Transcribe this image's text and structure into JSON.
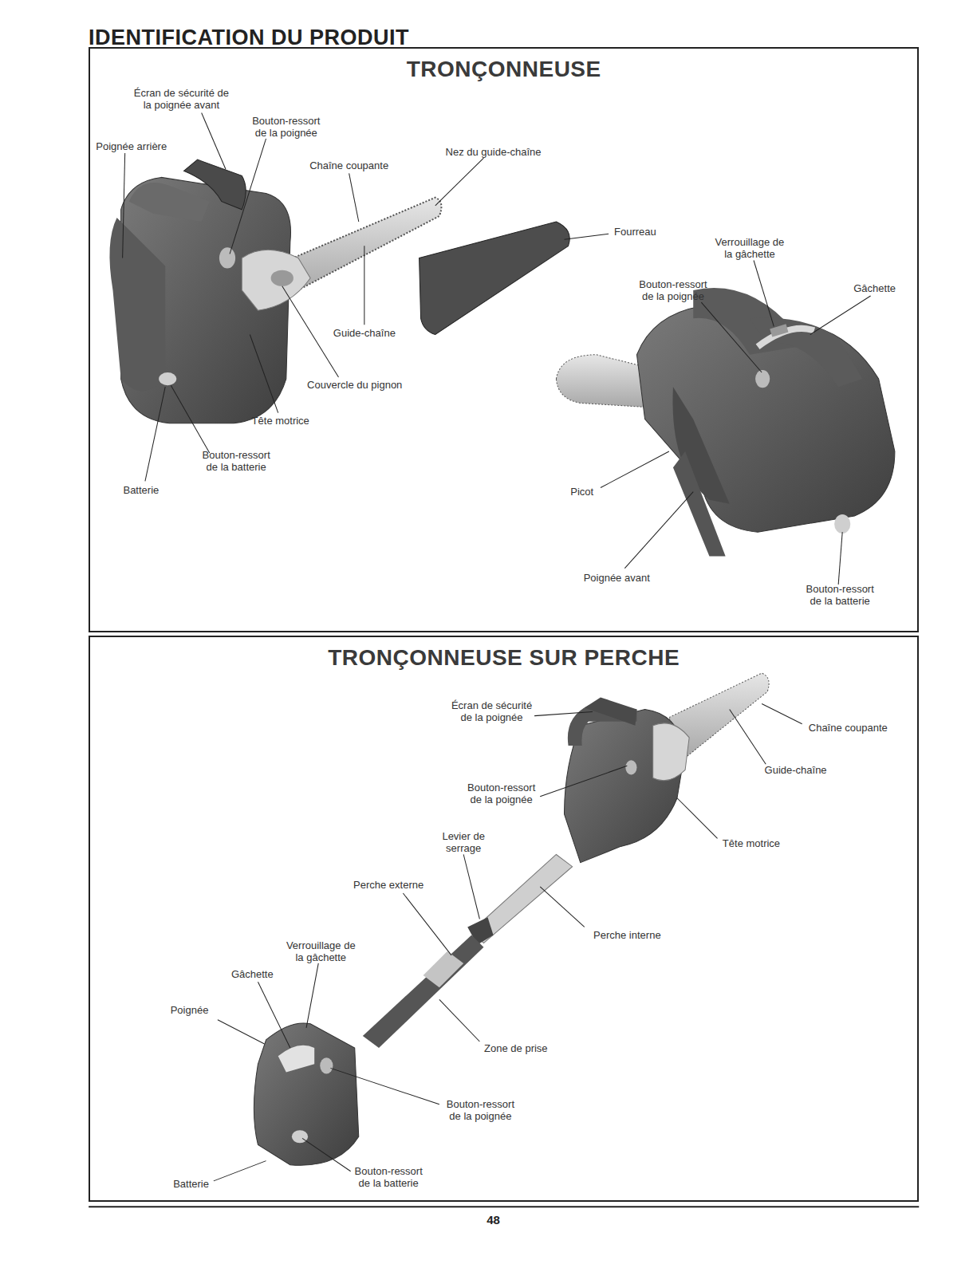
{
  "diagram": {
    "title": "IDENTIFICATION DU PRODUIT",
    "nodes": [
      {
        "text": [
          "TRONÇONNEUSE"
        ]
      },
      {
        "text": [
          "TRONÇONNEUSE SUR PERCHE"
        ]
      }
    ],
    "labels": [
      "Écran de sécurité de la poignée avant",
      "Bouton-ressort de la poignée",
      "Poignée arrière",
      "Chaîne coupante",
      "Nez du guide-chaîne",
      "Fourreau",
      "Verrouillage de la gâchette",
      "Bouton-ressort de la poignée",
      "Gâchette",
      "Guide-chaîne",
      "Couvercle du pignon",
      "Tête motrice",
      "Bouton-ressort de la batterie",
      "Batterie",
      "Picot",
      "Poignée avant",
      "Bouton-ressort de la batterie",
      "Écran de sécurité de la poignée",
      "Chaîne coupante",
      "Guide-chaîne",
      "Bouton-ressort de la poignée",
      "Levier de serrage",
      "Tête motrice",
      "Perche externe",
      "Perche interne",
      "Verrouillage de la gâchette",
      "Gâchette",
      "Poignée",
      "Zone de prise",
      "Bouton-ressort de la poignée",
      "Bouton-ressort de la batterie",
      "Batterie",
      "48"
    ]
  }
}
